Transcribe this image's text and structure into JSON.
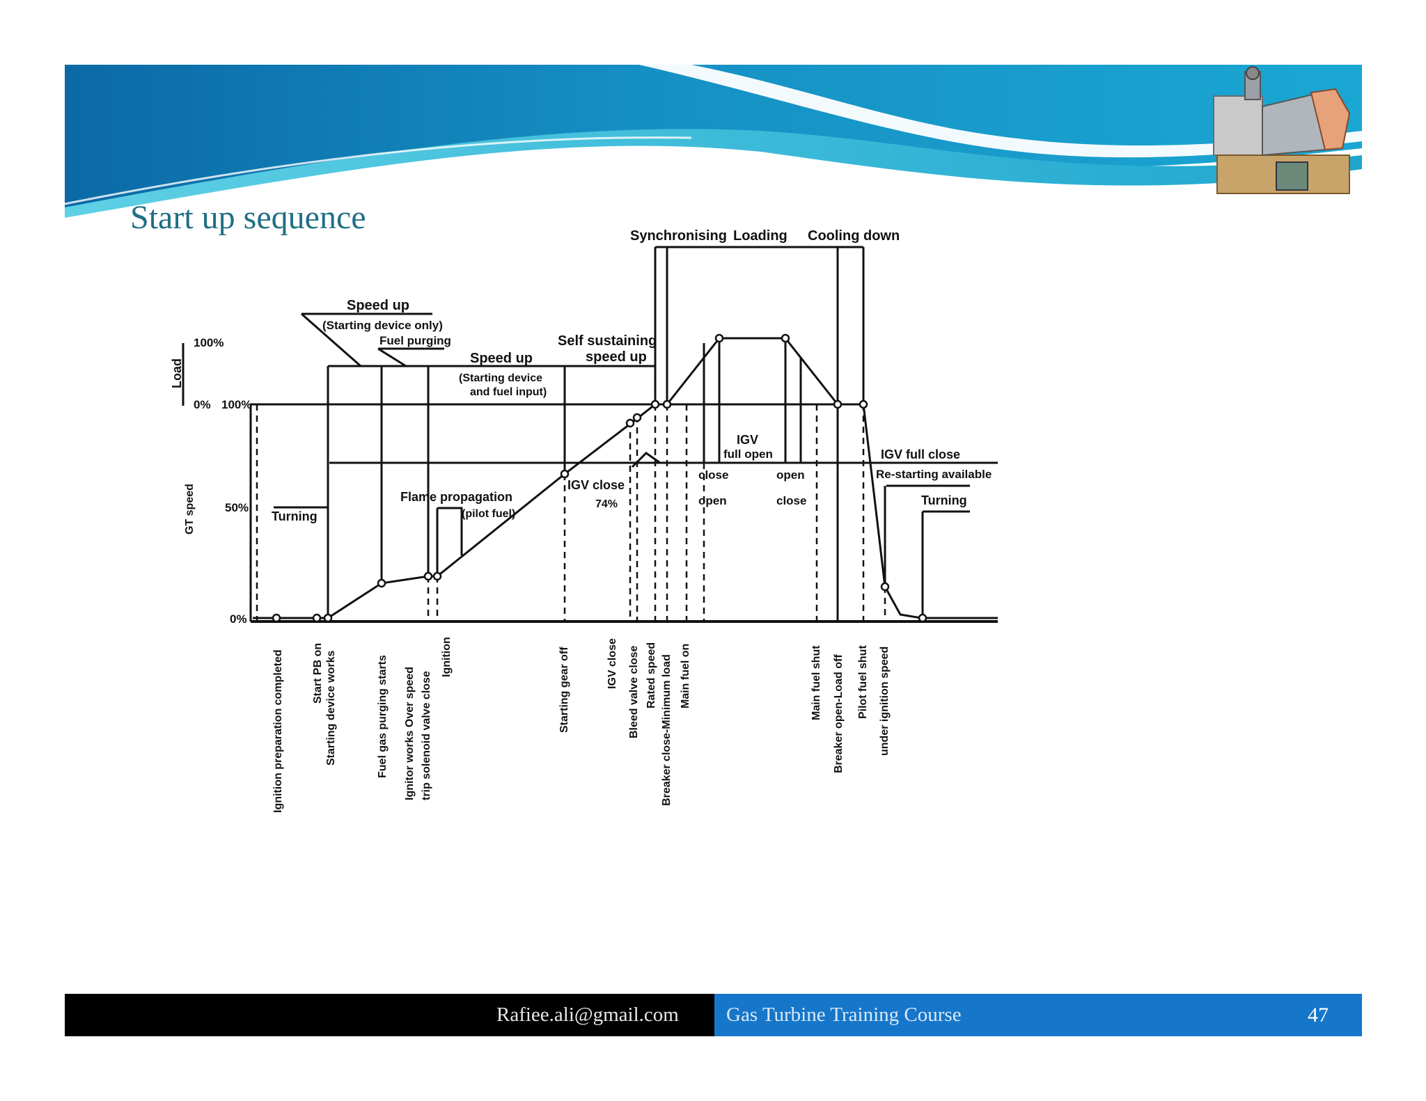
{
  "slide": {
    "title": "Start up sequence",
    "colors": {
      "banner_dark": "#0d6fa8",
      "banner_light": "#27b6d6",
      "title": "#1f6f85",
      "footer_black": "#000000",
      "footer_blue": "#1676c9"
    }
  },
  "diagram": {
    "phases": {
      "synchronising": "Synchronising",
      "loading": "Loading",
      "cooling": "Cooling down"
    },
    "speed_up_1": "Speed up",
    "speed_up_1_sub": "(Starting device only)",
    "fuel_purging": "Fuel purging",
    "speed_up_2": "Speed up",
    "speed_up_2_sub1": "(Starting device",
    "speed_up_2_sub2": "and fuel input)",
    "self_sustaining_1": "Self sustaining",
    "self_sustaining_2": "speed up",
    "load_axis": "Load",
    "load_100": "100%",
    "load_0": "0%",
    "speed_axis": "GT speed",
    "speed_100": "100%",
    "speed_50": "50%",
    "speed_0": "0%",
    "turning_left": "Turning",
    "flame_1": "Flame  propagation",
    "flame_2": "(pilot fuel)",
    "igv_close": "IGV close",
    "igv_close_val": "74%",
    "igv_full_open_1": "IGV",
    "igv_full_open_2": "full open",
    "close_open_1": "close",
    "close_open_2": "open",
    "open_close_1": "open",
    "open_close_2": "close",
    "igv_full_close": "IGV  full close",
    "restarting": "Re-starting  available",
    "turning_right": "Turning",
    "events": [
      "Ignition preparation completed",
      "Start PB on",
      "Starting device works",
      "Fuel gas purging starts",
      "Ignitor works Over speed",
      "trip solenoid valve close",
      "Ignition",
      "Starting gear off",
      "IGV close",
      "Bleed valve close",
      "Rated speed",
      "Breaker close-Minimum load",
      "Main fuel on",
      "Main fuel shut",
      "Breaker open-Load off",
      "Pilot fuel shut",
      "under ignition speed"
    ]
  },
  "footer": {
    "email": "Rafiee.ali@gmail.com",
    "course": "Gas Turbine Training Course",
    "page": "47"
  }
}
